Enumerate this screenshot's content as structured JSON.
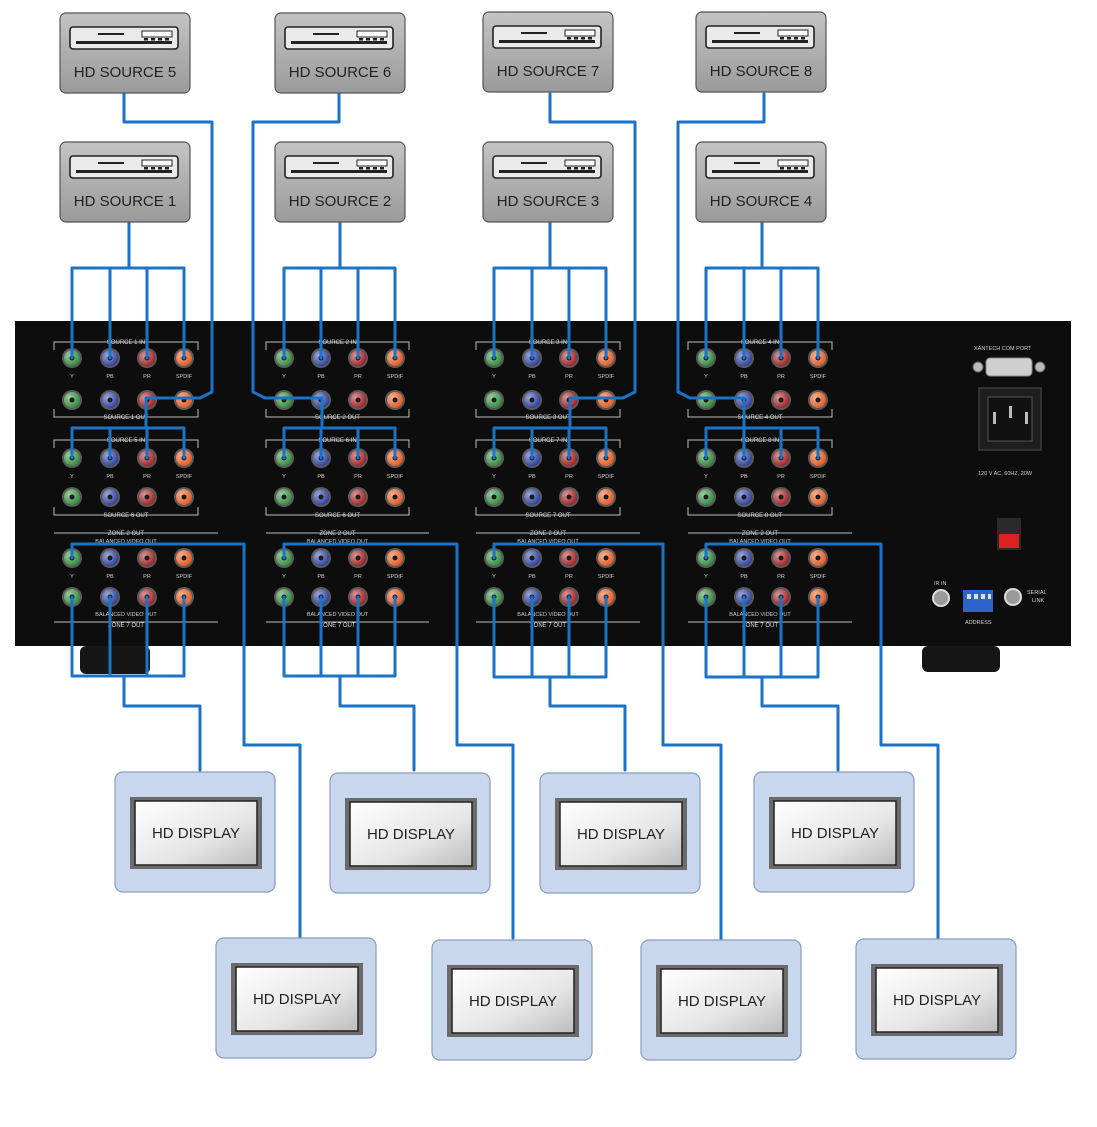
{
  "sources": [
    {
      "label": "HD SOURCE 5"
    },
    {
      "label": "HD SOURCE 6"
    },
    {
      "label": "HD SOURCE 7"
    },
    {
      "label": "HD SOURCE 8"
    },
    {
      "label": "HD SOURCE 1"
    },
    {
      "label": "HD SOURCE 2"
    },
    {
      "label": "HD SOURCE 3"
    },
    {
      "label": "HD SOURCE 4"
    }
  ],
  "displays": [
    {
      "label": "HD DISPLAY"
    },
    {
      "label": "HD DISPLAY"
    },
    {
      "label": "HD DISPLAY"
    },
    {
      "label": "HD DISPLAY"
    },
    {
      "label": "HD DISPLAY"
    },
    {
      "label": "HD DISPLAY"
    },
    {
      "label": "HD DISPLAY"
    },
    {
      "label": "HD DISPLAY"
    }
  ],
  "panel": {
    "sections": [
      {
        "in_a": "SOURCE 1 IN",
        "out_a": "SOURCE 1 OUT",
        "in_b": "SOURCE 5 IN",
        "out_b": "SOURCE 6 OUT"
      },
      {
        "in_a": "SOURCE 2 IN",
        "out_a": "SOURCE 2 OUT",
        "in_b": "SOURCE 6 IN",
        "out_b": "SOURCE 6 OUT"
      },
      {
        "in_a": "SOURCE 3 IN",
        "out_a": "SOURCE 3 OUT",
        "in_b": "SOURCE 7 IN",
        "out_b": "SOURCE 7 OUT"
      },
      {
        "in_a": "SOURCE 4 IN",
        "out_a": "SOURCE 4 OUT",
        "in_b": "SOURCE 8 IN",
        "out_b": "SOURCE 8 OUT"
      }
    ],
    "jack_labels": [
      "Y",
      "PB",
      "PR",
      "SPDIF"
    ],
    "zone_a": "ZONE 2 OUT",
    "zone_a_sub": "BALANCED VIDEO OUT",
    "zone_b_sub": "BALANCED VIDEO OUT",
    "zone_b": "ZONE 7 OUT",
    "com_port": "XANTECH COM PORT",
    "power": "120 V AC, 60HZ, 20W",
    "ir_in": "IR IN",
    "serial_link_1": "SERIAL",
    "serial_link_2": "LINK",
    "address": "ADDRESS"
  },
  "colors": {
    "cable": "#1a73c6",
    "y_jack": "#2f8a3a",
    "pb_jack": "#2b3f9e",
    "pr_jack": "#a01f22",
    "spdif_jack": "#e2571e",
    "panel": "#0d0d0d",
    "source_box": "#a9a9a9",
    "display_frame": "#c8d6ee"
  }
}
